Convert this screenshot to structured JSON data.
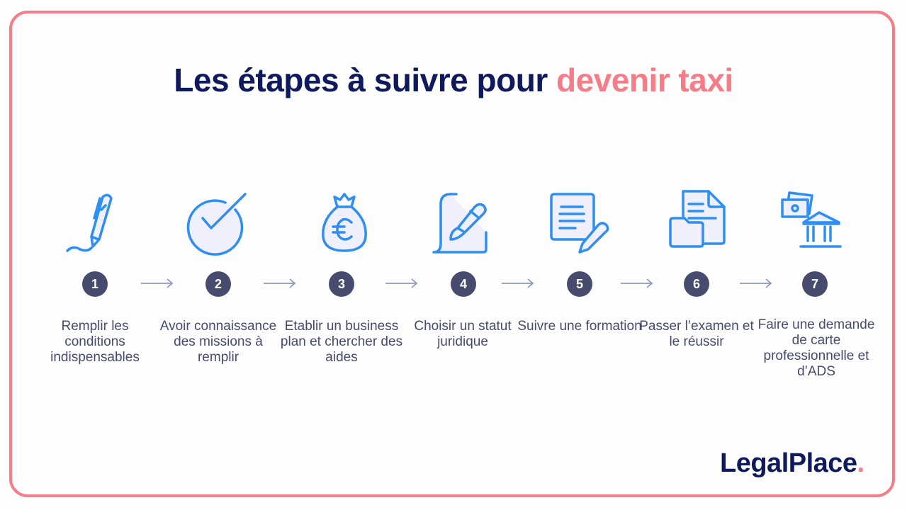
{
  "title": {
    "main": "Les étapes à suivre pour ",
    "accent": "devenir taxi"
  },
  "colors": {
    "accent": "#f67c88",
    "navy": "#0f1a5c",
    "badge": "#474b6d",
    "icon": "#2f8ff0",
    "arrow": "#8c9ac4"
  },
  "steps": [
    {
      "number": "1",
      "icon": "pen-signature-icon",
      "label": "Remplir les conditions indispensables"
    },
    {
      "number": "2",
      "icon": "checkmark-circle-icon",
      "label": "Avoir connaissance des missions à remplir"
    },
    {
      "number": "3",
      "icon": "euro-money-bag-icon",
      "label": "Etablir un business plan et chercher des aides"
    },
    {
      "number": "4",
      "icon": "document-pen-icon",
      "label": "Choisir un statut juridique"
    },
    {
      "number": "5",
      "icon": "document-pencil-icon",
      "label": "Suivre une formation"
    },
    {
      "number": "6",
      "icon": "file-folder-icon",
      "label": "Passer l’examen et le réussir"
    },
    {
      "number": "7",
      "icon": "money-bank-icon",
      "label": "Faire une demande de carte professionnelle et d’ADS"
    }
  ],
  "logo": {
    "text": "LegalPlace",
    "dot": "."
  }
}
